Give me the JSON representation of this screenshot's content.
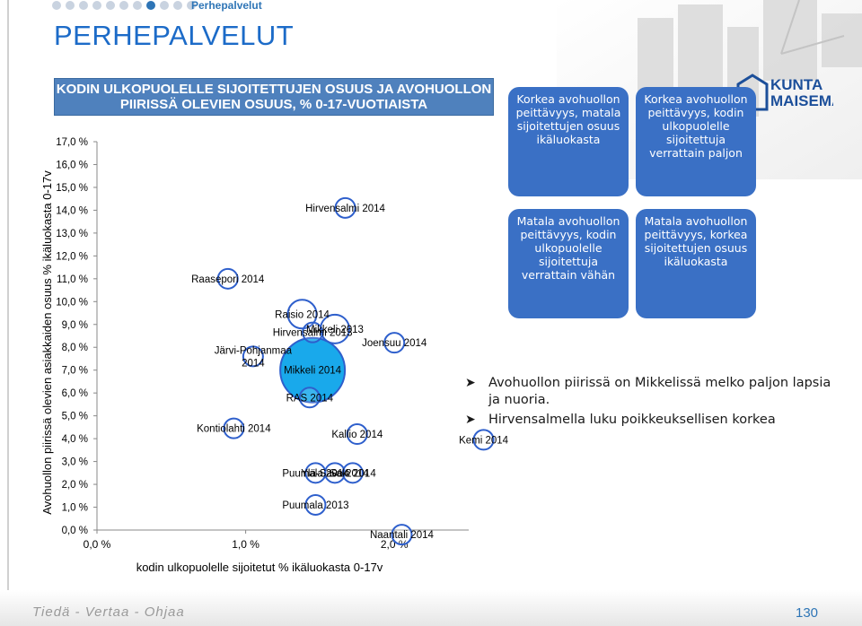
{
  "nav": {
    "dots": 11,
    "active_index": 7,
    "breadcrumb": "Perhepalvelut"
  },
  "page": {
    "title": "PERHEPALVELUT",
    "page_number": "130"
  },
  "footer": {
    "text": "Tiedä - Vertaa - Ohjaa"
  },
  "logo": {
    "line1": "KUNTA",
    "line2": "MAISEMA"
  },
  "colors": {
    "title": "#1c6bc8",
    "box": "#3a70c5",
    "bubble_fill": "#00a0e9",
    "bubble_edge": "#2e5fcc"
  },
  "chart_data": {
    "type": "scatter",
    "title": "KODIN ULKOPUOLELLE SIJOITETTUJEN OSUUS JA AVOHUOLLON PIIRISSÄ OLEVIEN OSUUS, % 0-17-VUOTIAISTA",
    "title_lines": [
      "KODIN ULKOPUOLELLE SIJOITETTUJEN OSUUS JA AVOHUOLLON",
      "PIIRISSÄ OLEVIEN OSUUS, % 0-17-VUOTIAISTA"
    ],
    "xlabel": "kodin ulkopuolelle sijoitetut % ikäluokasta 0-17v",
    "ylabel": "Avohuollon piirissä olevien asiakkaiden osuus % ikäluokasta 0-17v",
    "xlim": [
      0,
      2.5
    ],
    "ylim": [
      0,
      17
    ],
    "xticks": [
      {
        "v": 0,
        "label": "0,0 %"
      },
      {
        "v": 1,
        "label": "1,0 %"
      },
      {
        "v": 2,
        "label": "2,0 %"
      }
    ],
    "yticks": [
      {
        "v": 0,
        "label": "0,0 %"
      },
      {
        "v": 1,
        "label": "1,0 %"
      },
      {
        "v": 2,
        "label": "2,0 %"
      },
      {
        "v": 3,
        "label": "3,0 %"
      },
      {
        "v": 4,
        "label": "4,0 %"
      },
      {
        "v": 5,
        "label": "5,0 %"
      },
      {
        "v": 6,
        "label": "6,0 %"
      },
      {
        "v": 7,
        "label": "7,0 %"
      },
      {
        "v": 8,
        "label": "8,0 %"
      },
      {
        "v": 9,
        "label": "9,0 %"
      },
      {
        "v": 10,
        "label": "10,0 %"
      },
      {
        "v": 11,
        "label": "11,0 %"
      },
      {
        "v": 12,
        "label": "12,0 %"
      },
      {
        "v": 13,
        "label": "13,0 %"
      },
      {
        "v": 14,
        "label": "14,0 %"
      },
      {
        "v": 15,
        "label": "15,0 %"
      },
      {
        "v": 16,
        "label": "16,0 %"
      },
      {
        "v": 17,
        "label": "17,0 %"
      }
    ],
    "grid": false,
    "points": [
      {
        "label": "Hirvensalmi 2014",
        "x": 1.67,
        "y": 14.1,
        "size": "small"
      },
      {
        "label": "Raasepori 2014",
        "x": 0.88,
        "y": 11.0,
        "size": "small"
      },
      {
        "label": "Raisio 2014",
        "x": 1.38,
        "y": 9.45,
        "size": "medium"
      },
      {
        "label": "Mikkeli 2013",
        "x": 1.6,
        "y": 8.8,
        "size": "medium"
      },
      {
        "label": "Hirvensalmi 2013",
        "x": 1.45,
        "y": 8.65,
        "size": "small"
      },
      {
        "label": "Joensuu 2014",
        "x": 2.0,
        "y": 8.2,
        "size": "small"
      },
      {
        "label": "Järvi-Pohjanmaa 2014",
        "x": 1.05,
        "y": 7.6,
        "size": "small"
      },
      {
        "label": "Mikkeli 2014",
        "x": 1.45,
        "y": 7.0,
        "size": "large"
      },
      {
        "label": "RAS 2014",
        "x": 1.43,
        "y": 5.8,
        "size": "small"
      },
      {
        "label": "Kontiolahti 2014",
        "x": 0.92,
        "y": 4.45,
        "size": "small"
      },
      {
        "label": "Kallio 2014",
        "x": 1.75,
        "y": 4.2,
        "size": "small"
      },
      {
        "label": "Kemi 2014",
        "x": 2.6,
        "y": 3.95,
        "size": "small"
      },
      {
        "label": "Puumala 2014",
        "x": 1.47,
        "y": 2.5,
        "size": "small"
      },
      {
        "label": "Ylä-Savo 2014",
        "x": 1.6,
        "y": 2.5,
        "size": "small"
      },
      {
        "label": "Salo 2014",
        "x": 1.72,
        "y": 2.5,
        "size": "small"
      },
      {
        "label": "Puumala 2013",
        "x": 1.47,
        "y": 1.1,
        "size": "small"
      },
      {
        "label": "Naantali 2014",
        "x": 2.05,
        "y": -0.2,
        "size": "small"
      }
    ]
  },
  "quadrants": [
    {
      "text": "Korkea avohuollon peittävyys, matala sijoitettujen osuus ikäluokasta"
    },
    {
      "text": "Korkea avohuollon peittävyys, kodin ulkopuolelle sijoitettuja verrattain paljon"
    },
    {
      "text": "Matala avohuollon peittävyys, kodin ulkopuolelle sijoitettuja verrattain vähän"
    },
    {
      "text": "Matala avohuollon peittävyys, korkea sijoitettujen osuus ikäluokasta"
    }
  ],
  "bullets": [
    "Avohuollon piirissä on Mikkelissä melko paljon lapsia ja nuoria.",
    "Hirvensalmella luku poikkeuksellisen korkea"
  ]
}
